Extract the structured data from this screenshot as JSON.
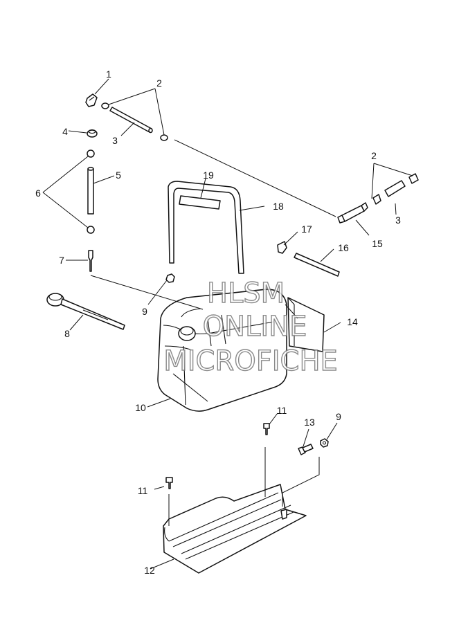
{
  "callouts": [
    "1",
    "2",
    "3",
    "4",
    "5",
    "6",
    "7",
    "8",
    "9",
    "10",
    "11",
    "12",
    "13",
    "14",
    "15",
    "16",
    "17",
    "18",
    "19",
    "2",
    "3",
    "9",
    "11"
  ],
  "watermark": {
    "line1": "HLSM",
    "line2": "ONLINE",
    "line3": "MICROFICHE"
  }
}
